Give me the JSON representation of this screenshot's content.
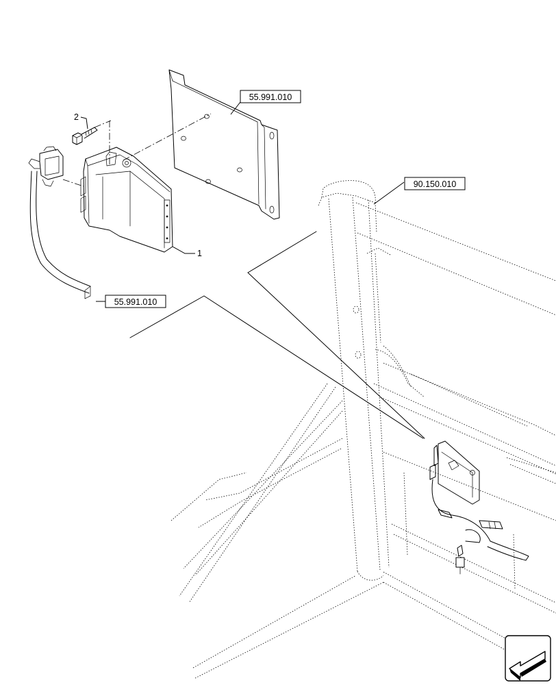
{
  "references": {
    "bracket_ref": "55.991.010",
    "frame_ref": "90.150.010",
    "harness_ref": "55.991.010"
  },
  "items": {
    "module": "1",
    "bolt": "2"
  },
  "nav_icon": "view-direction-arrow-icon"
}
